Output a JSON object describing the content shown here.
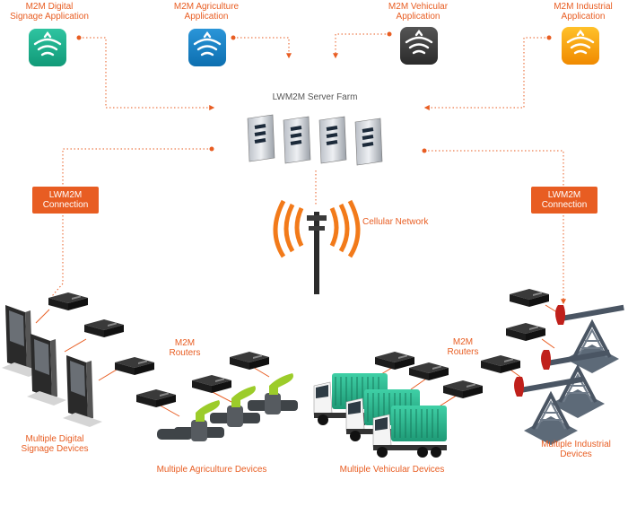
{
  "apps": [
    {
      "line1": "M2M Digital",
      "line2": "Signage Application",
      "color_top": "#2ec4a0",
      "color_bot": "#119a78"
    },
    {
      "line1": "M2M Agriculture",
      "line2": "Application",
      "color_top": "#2a95d8",
      "color_bot": "#0d6fb0"
    },
    {
      "line1": "M2M Vehicular",
      "line2": "Application",
      "color_top": "#555555",
      "color_bot": "#2b2b2b"
    },
    {
      "line1": "M2M Industrial",
      "line2": "Application",
      "color_top": "#ffc12a",
      "color_bot": "#f08a00"
    }
  ],
  "server_farm_label": "LWM2M Server Farm",
  "cellular_label": "Cellular Network",
  "connection_left": {
    "line1": "LWM2M",
    "line2": "Connection"
  },
  "connection_right": {
    "line1": "LWM2M",
    "line2": "Connection"
  },
  "routers_left": {
    "line1": "M2M",
    "line2": "Routers"
  },
  "routers_right": {
    "line1": "M2M",
    "line2": "Routers"
  },
  "devices": {
    "signage": {
      "line1": "Multiple Digital",
      "line2": "Signage Devices"
    },
    "agriculture": "Multiple Agriculture Devices",
    "vehicular": "Multiple Vehicular Devices",
    "industrial": {
      "line1": "Multiple Industrial",
      "line2": "Devices"
    }
  },
  "colors": {
    "accent": "#e85d22",
    "line": "#e85d22",
    "truck": "#2bb58e",
    "pump": "#8fc32a"
  }
}
